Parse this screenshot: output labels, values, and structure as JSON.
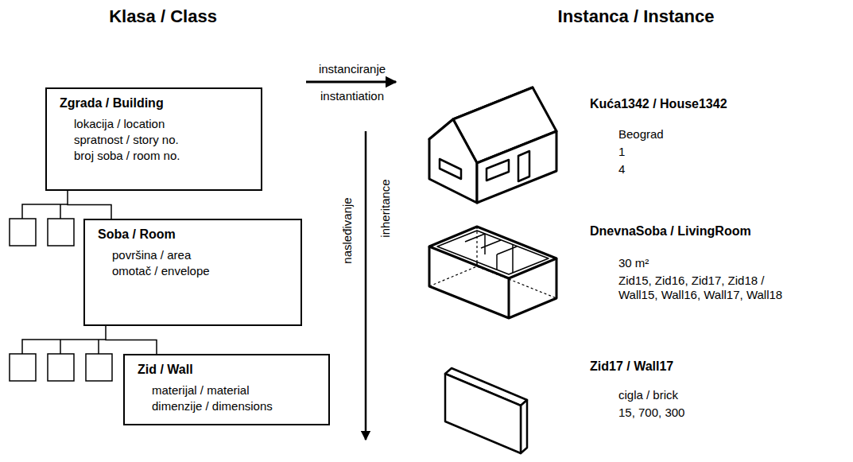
{
  "diagram": {
    "nodes": [
      {
        "text": [
          "Zgrada / Building",
          "lokacija / location",
          "spratnost / story no.",
          "broj soba / room no."
        ]
      },
      {
        "text": [
          "Soba / Room",
          "površina / area",
          "omotač / envelope"
        ]
      },
      {
        "text": [
          "Zid / Wall",
          "materijal / material",
          "dimenzije / dimensions"
        ]
      }
    ],
    "edges": [
      {
        "from": 0,
        "to": 1,
        "arrow": "none"
      },
      {
        "from": 1,
        "to": 2,
        "arrow": "none"
      }
    ],
    "labels": [
      "Klasa / Class",
      "Instanca / Instance",
      "instanciranje",
      "instantiation",
      "nasleđivanje",
      "inheritance",
      "Kuća1342 / House1342",
      "Beograd",
      "1",
      "4",
      "DnevnaSoba / LivingRoom",
      "30 m²",
      "Zid15, Zid16, Zid17, Zid18 / Wall15, Wall16, Wall17, Wall18",
      "Zid17 / Wall17",
      "cigla / brick",
      "15, 700, 300"
    ]
  }
}
